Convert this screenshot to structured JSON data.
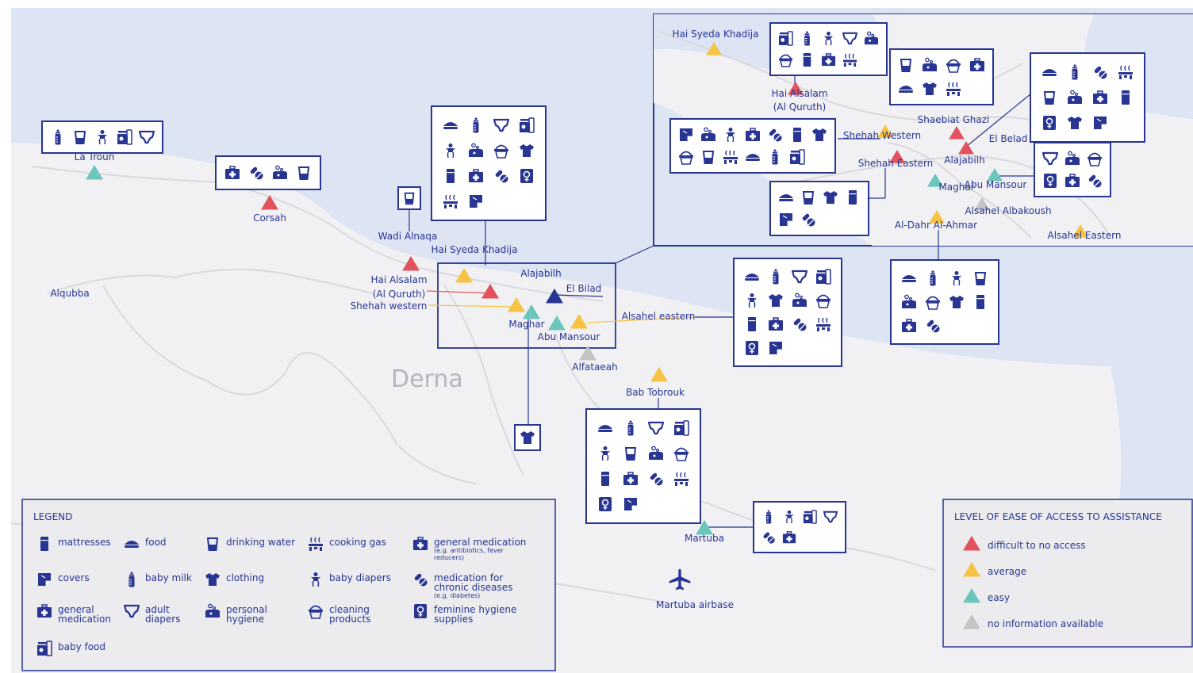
{
  "colors": {
    "sea": "#dde4f3",
    "land": "#f1f1f3",
    "road": "#d9d9de",
    "navy": "#283593",
    "difficult": "#e2525e",
    "average": "#f7c342",
    "easy": "#6cc6bc",
    "no_info": "#c4c4c4",
    "el_bilad": "#283593"
  },
  "region_label": "Derna",
  "places": [
    {
      "name": "La Troun",
      "status": "easy"
    },
    {
      "name": "Corsah",
      "status": "difficult"
    },
    {
      "name": "Alqubba",
      "status": "none"
    },
    {
      "name": "Wadi Alnaqa",
      "status": "none"
    },
    {
      "name": "Hai Syeda Khadija",
      "status": "average"
    },
    {
      "name": "Hai Alsalam",
      "name2": "(Al Quruth)",
      "status": "difficult"
    },
    {
      "name": "Shehah western",
      "status": "average"
    },
    {
      "name": "Alajabilh",
      "status": "difficult"
    },
    {
      "name": "El Bilad",
      "status": "el_bilad"
    },
    {
      "name": "Maghar",
      "status": "easy"
    },
    {
      "name": "Abu Mansour",
      "status": "easy"
    },
    {
      "name": "Alsahel eastern",
      "status": "average"
    },
    {
      "name": "Alfataeah",
      "status": "no_info"
    },
    {
      "name": "Bab Tobrouk",
      "status": "average"
    },
    {
      "name": "Martuba",
      "status": "easy"
    },
    {
      "name": "Martuba airbase",
      "status": "none"
    }
  ],
  "inset_places": [
    {
      "name": "Hai Syeda Khadija",
      "status": "average"
    },
    {
      "name": "Hai Alsalam",
      "name2": "(Al Quruth)",
      "status": "difficult"
    },
    {
      "name": "Shaebiat Ghazi",
      "status": "difficult"
    },
    {
      "name": "Shehah Western",
      "status": "average"
    },
    {
      "name": "El Belad",
      "status": "difficult"
    },
    {
      "name": "Shehah Eastern",
      "status": "difficult"
    },
    {
      "name": "Alajabilh",
      "status": "difficult"
    },
    {
      "name": "Maghar",
      "status": "easy"
    },
    {
      "name": "Abu Mansour",
      "status": "easy"
    },
    {
      "name": "Alsahel Albakoush",
      "status": "no_info"
    },
    {
      "name": "Al-Dahr Al-Ahmar",
      "status": "average"
    },
    {
      "name": "Alsahel Eastern",
      "status": "average"
    }
  ],
  "icon_boxes": {
    "la_troun": [
      "baby-milk",
      "drinking-water",
      "baby-diapers",
      "baby-food",
      "adult-diapers"
    ],
    "corsah": [
      "general-medication",
      "chronic-medication",
      "personal-hygiene",
      "drinking-water"
    ],
    "wadi_alnaqa": [
      "drinking-water"
    ],
    "hai_syeda_khadija": [
      "food",
      "baby-milk",
      "adult-diapers",
      "baby-food",
      "baby-diapers",
      "personal-hygiene",
      "cleaning-products",
      "clothing",
      "mattresses",
      "general-medication",
      "chronic-medication",
      "feminine-hygiene",
      "cooking-gas",
      "covers"
    ],
    "maghar": [
      "clothing"
    ],
    "alsahel_eastern": [
      "food",
      "baby-milk",
      "adult-diapers",
      "baby-food",
      "baby-diapers",
      "clothing",
      "personal-hygiene",
      "cleaning-products",
      "mattresses",
      "general-medication",
      "chronic-medication",
      "cooking-gas",
      "feminine-hygiene",
      "covers"
    ],
    "bab_tobrouk": [
      "food",
      "baby-milk",
      "adult-diapers",
      "baby-food",
      "baby-diapers",
      "drinking-water",
      "personal-hygiene",
      "cleaning-products",
      "mattresses",
      "general-medication",
      "chronic-medication",
      "cooking-gas",
      "feminine-hygiene",
      "covers"
    ],
    "martuba": [
      "baby-milk",
      "baby-diapers",
      "baby-food",
      "adult-diapers",
      "chronic-medication",
      "general-medication"
    ],
    "inset_hai_alsalam": [
      "baby-food",
      "baby-milk",
      "baby-diapers",
      "adult-diapers",
      "personal-hygiene",
      "cleaning-products",
      "mattresses",
      "general-medication",
      "cooking-gas"
    ],
    "inset_shaebiat": [
      "drinking-water",
      "personal-hygiene",
      "cleaning-products",
      "general-medication",
      "food",
      "clothing",
      "cooking-gas"
    ],
    "inset_el_belad": [
      "food",
      "baby-milk",
      "chronic-medication",
      "cooking-gas",
      "drinking-water",
      "personal-hygiene",
      "general-medication",
      "mattresses",
      "feminine-hygiene",
      "clothing",
      "covers"
    ],
    "inset_shehah_western": [
      "covers",
      "personal-hygiene",
      "baby-diapers",
      "general-medication",
      "chronic-medication",
      "mattresses",
      "clothing",
      "cleaning-products",
      "drinking-water",
      "cooking-gas",
      "food",
      "baby-milk",
      "baby-food"
    ],
    "inset_shehah_eastern": [
      "food",
      "drinking-water",
      "clothing",
      "mattresses",
      "covers",
      "chronic-medication"
    ],
    "inset_abu_mansour": [
      "adult-diapers",
      "personal-hygiene",
      "cleaning-products",
      "feminine-hygiene",
      "general-medication",
      "chronic-medication"
    ],
    "inset_al_dahr": [
      "food",
      "baby-milk",
      "baby-diapers",
      "drinking-water",
      "personal-hygiene",
      "cleaning-products",
      "clothing",
      "mattresses",
      "general-medication",
      "chronic-medication"
    ]
  },
  "legend": {
    "title": "LEGEND",
    "items": [
      {
        "icon": "mattresses",
        "label": "mattresses"
      },
      {
        "icon": "food",
        "label": "food"
      },
      {
        "icon": "drinking-water",
        "label": "drinking water"
      },
      {
        "icon": "cooking-gas",
        "label": "cooking gas"
      },
      {
        "icon": "general-medication",
        "label": "general medication",
        "note": "(e.g. antibiotics, fever",
        "note2": "reducers)"
      },
      {
        "icon": "covers",
        "label": "covers"
      },
      {
        "icon": "baby-milk",
        "label": "baby milk"
      },
      {
        "icon": "clothing",
        "label": "clothing"
      },
      {
        "icon": "baby-diapers",
        "label": "baby diapers"
      },
      {
        "icon": "chronic-medication",
        "label": "medication for",
        "label2": "chronic diseases",
        "note": "(e.g. diabetes)"
      },
      {
        "icon": "general-medication",
        "label": "general",
        "label2": "medication"
      },
      {
        "icon": "adult-diapers",
        "label": "adult",
        "label2": "diapers"
      },
      {
        "icon": "personal-hygiene",
        "label": "personal",
        "label2": "hygiene"
      },
      {
        "icon": "cleaning-products",
        "label": "cleaning",
        "label2": "products"
      },
      {
        "icon": "feminine-hygiene",
        "label": "feminine hygiene",
        "label2": "supplies"
      },
      {
        "icon": "baby-food",
        "label": "baby food"
      }
    ]
  },
  "access_legend": {
    "title": "LEVEL OF EASE OF ACCESS TO ASSISTANCE",
    "items": [
      {
        "status": "difficult",
        "label": "difficult to no access"
      },
      {
        "status": "average",
        "label": "average"
      },
      {
        "status": "easy",
        "label": "easy"
      },
      {
        "status": "no_info",
        "label": "no information available"
      }
    ]
  }
}
